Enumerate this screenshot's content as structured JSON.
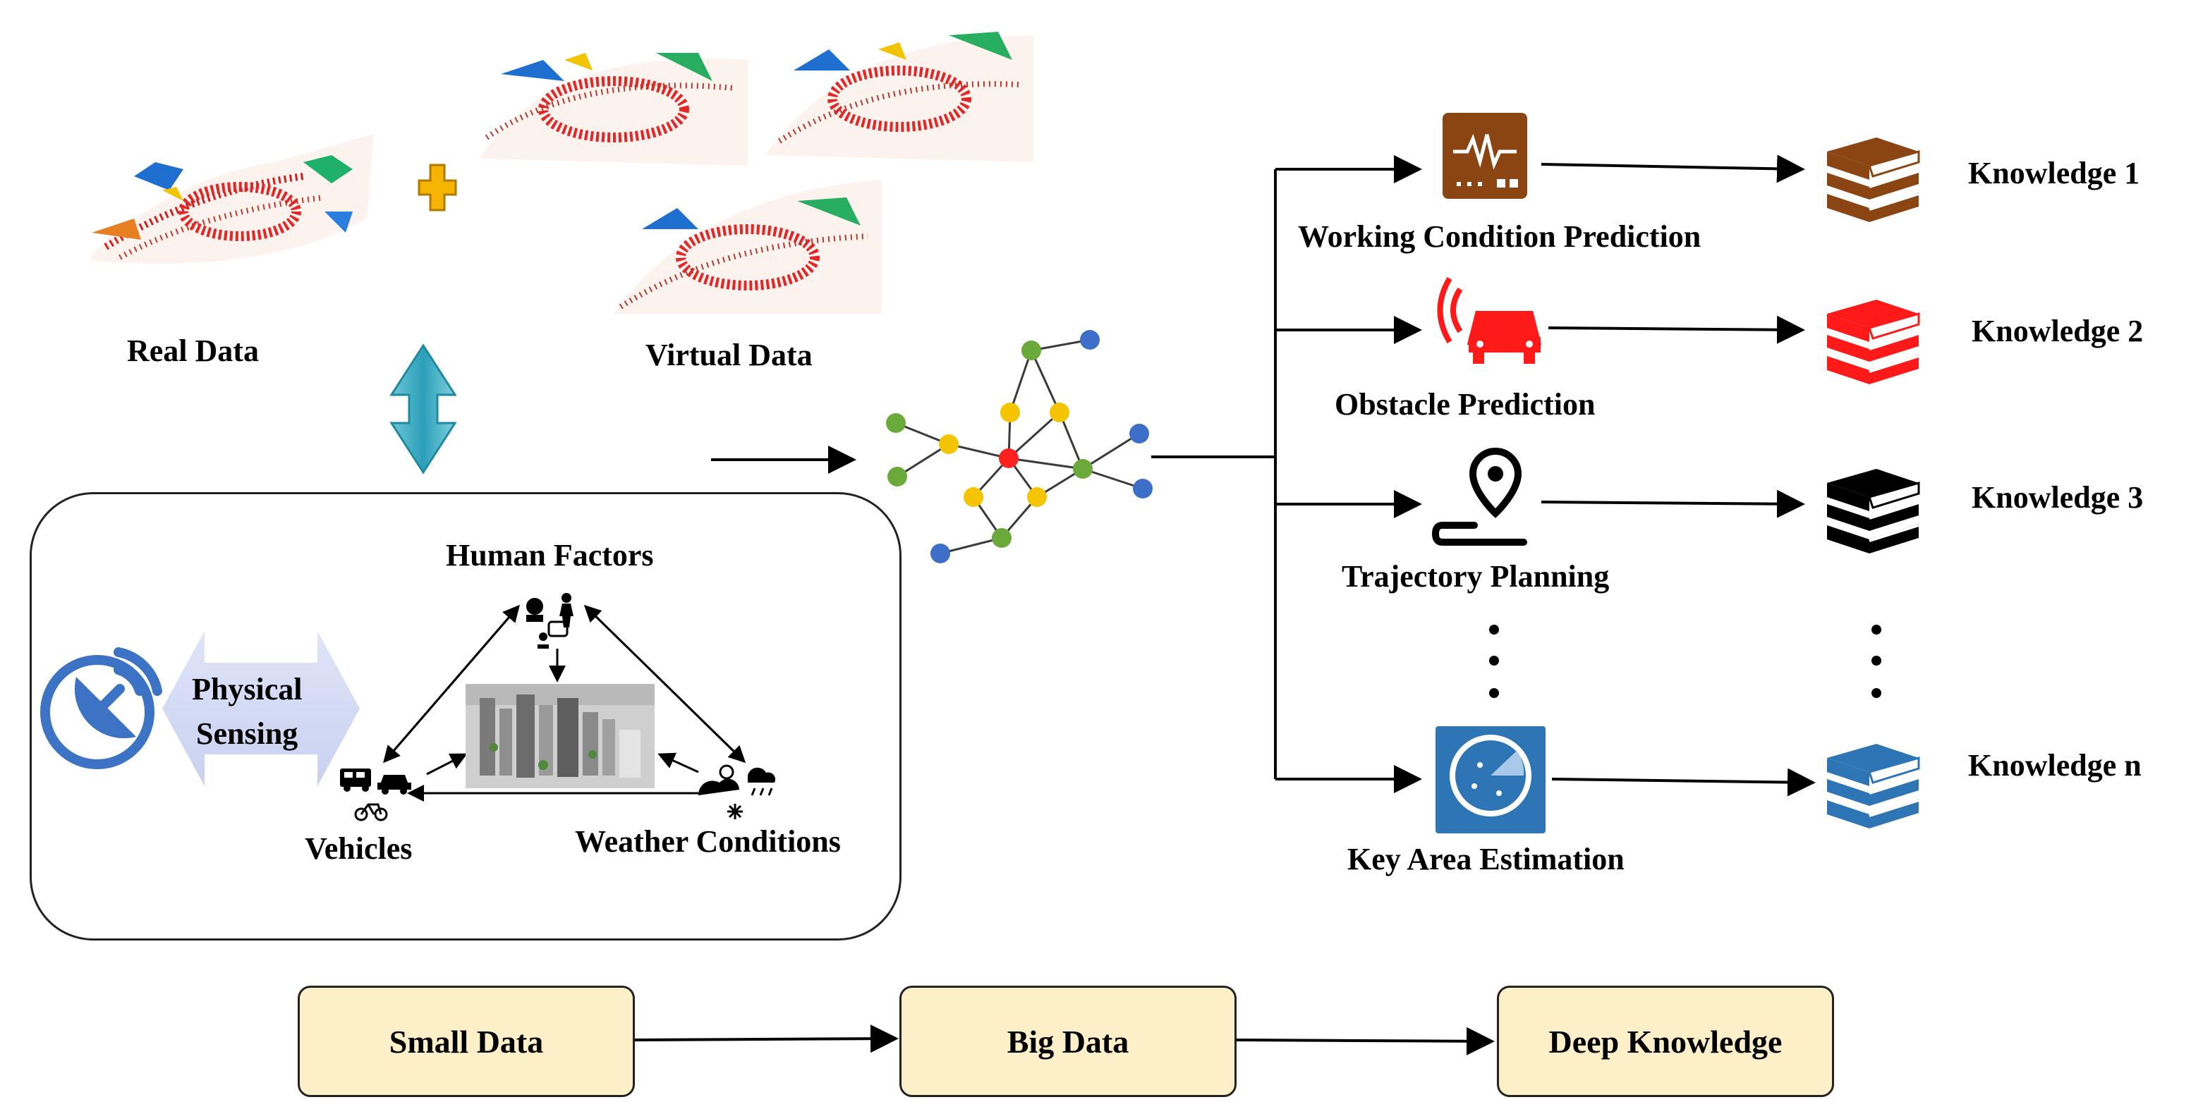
{
  "top_labels": {
    "real_data": "Real Data",
    "virtual_data": "Virtual Data"
  },
  "environment": {
    "physical_sensing": [
      "Physical",
      "Sensing"
    ],
    "human_factors": "Human Factors",
    "vehicles": "Vehicles",
    "weather_conditions": "Weather Conditions"
  },
  "tasks": [
    {
      "label": "Working Condition Prediction",
      "icon": "monitor-waveform-icon",
      "color": "#8b4513"
    },
    {
      "label": "Obstacle Prediction",
      "icon": "car-radar-icon",
      "color": "#ff1a1a"
    },
    {
      "label": "Trajectory Planning",
      "icon": "map-pin-route-icon",
      "color": "#000000"
    },
    {
      "label": "Key Area Estimation",
      "icon": "radar-scan-icon",
      "color": "#2e75b6"
    }
  ],
  "knowledge": [
    {
      "label": "Knowledge 1",
      "color": "#8b4513"
    },
    {
      "label": "Knowledge 2",
      "color": "#ff1a1a"
    },
    {
      "label": "Knowledge 3",
      "color": "#000000"
    },
    {
      "label": "Knowledge n",
      "color": "#2e75b6"
    }
  ],
  "pipeline": {
    "small_data": "Small Data",
    "big_data": "Big Data",
    "deep_knowledge": "Deep Knowledge"
  }
}
